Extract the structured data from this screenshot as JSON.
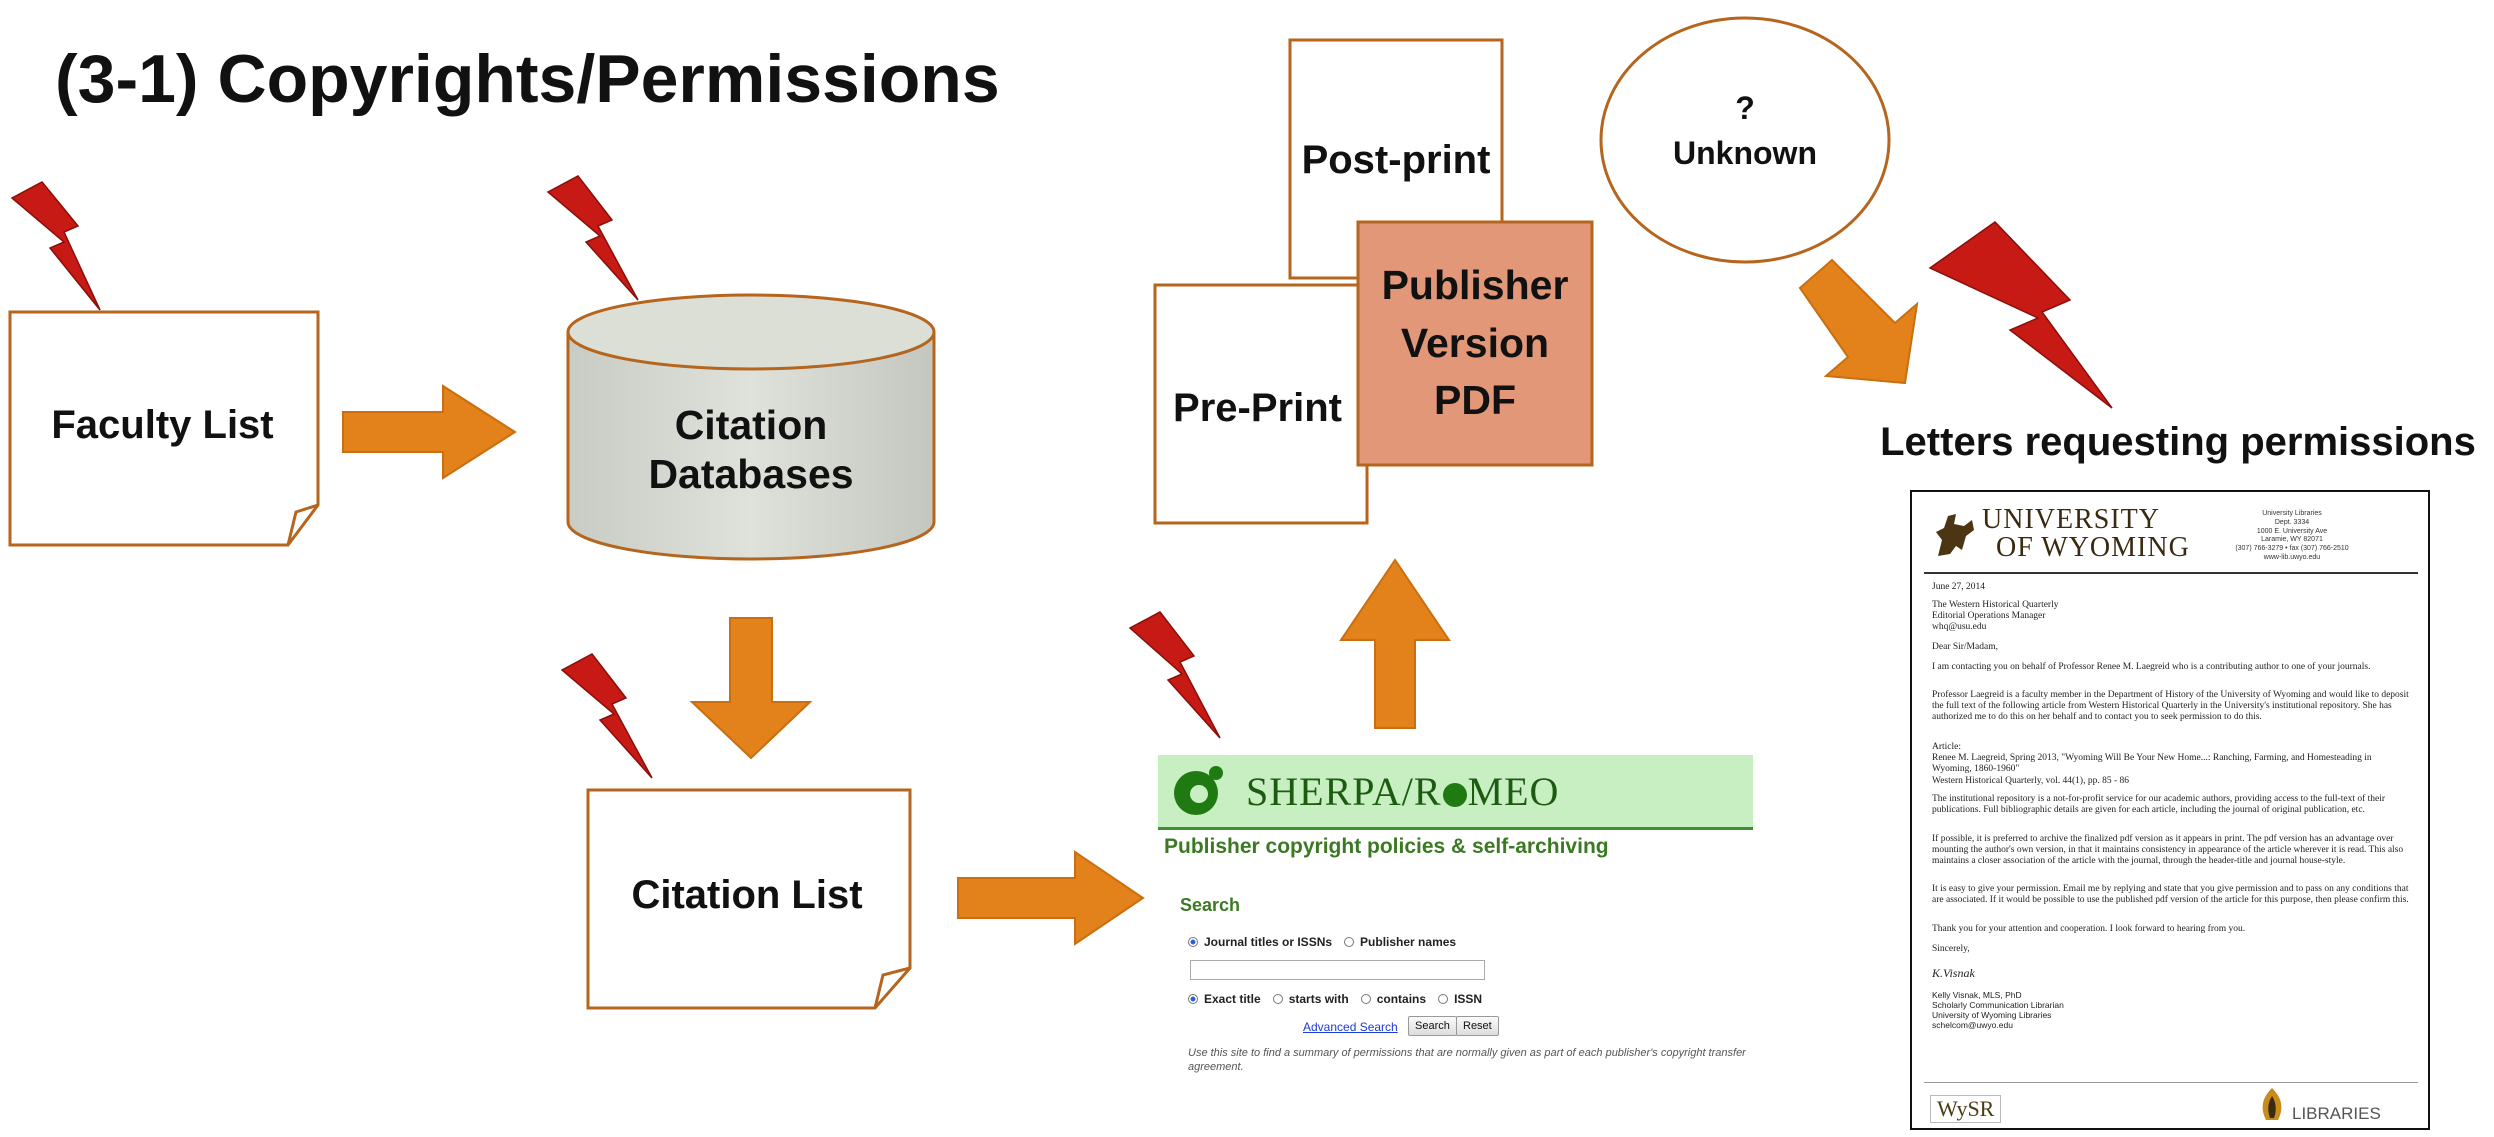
{
  "title": "(3-1) Copyrights/Permissions",
  "nodes": {
    "faculty_list": "Faculty List",
    "citation_databases": "Citation\nDatabases",
    "citation_list": "Citation List",
    "post_print": "Post-print",
    "pre_print": "Pre-Print",
    "publisher_version": "Publisher\nVersion\nPDF",
    "unknown_mark": "?",
    "unknown": "Unknown",
    "letters_heading": "Letters requesting permissions"
  },
  "colors": {
    "arrow": "#e3811a",
    "lightning": "#c81a14",
    "database": "#d4d8d0",
    "publisher_box": "#e29878",
    "outline": "#b5651d"
  },
  "icons": [
    "lightning-bolt-icon",
    "arrow-right-icon",
    "arrow-down-icon",
    "arrow-up-icon"
  ],
  "sherpa": {
    "name": "SHERPA/R",
    "name_end": "MEO",
    "tagline": "Publisher copyright policies & self-archiving",
    "search_heading": "Search",
    "radio_journal": "Journal titles or ISSNs",
    "radio_publisher": "Publisher names",
    "radio_exact": "Exact title",
    "radio_starts": "starts with",
    "radio_contains": "contains",
    "radio_issn": "ISSN",
    "advanced_search": "Advanced Search",
    "search_button": "Search",
    "reset_button": "Reset",
    "note": "Use this site to find a summary of permissions that are normally given as part of each publisher's copyright transfer agreement."
  },
  "letter": {
    "uni_line1": "UNIVERSITY",
    "uni_line2": "OF WYOMING",
    "address": "University Libraries\nDept. 3334\n1000 E. University Ave\nLaramie, WY 82071\n(307) 766-3279 • fax (307) 766-2510\nwww-lib.uwyo.edu",
    "date": "June 27, 2014",
    "recipient": "The Western Historical Quarterly\nEditorial Operations Manager\nwhq@usu.edu",
    "salutation": "Dear Sir/Madam,",
    "para1": "I am contacting you on behalf of Professor Renee M. Laegreid who is a contributing author to one of your journals.",
    "para2": "Professor Laegreid is a faculty member in the Department of History of the University of Wyoming and would like to deposit the full text of the following article from Western Historical Quarterly in the University's institutional repository. She has authorized me to do this on her behalf and to contact you to seek permission to do this.",
    "article": "Article:\nRenee M. Laegreid, Spring 2013, \"Wyoming Will Be Your New Home...: Ranching, Farming, and Homesteading in Wyoming, 1860-1960\"\nWestern Historical Quarterly, vol. 44(1), pp. 85 - 86",
    "para3": "The institutional repository is a not-for-profit service for our academic authors, providing access to the full-text of their publications. Full bibliographic details are given for each article, including the journal of original publication, etc.",
    "para4": "If possible, it is preferred to archive the finalized pdf version as it appears in print. The pdf version has an advantage over mounting the author's own version, in that it maintains consistency in appearance of the article wherever it is read. This also maintains a closer association of the article with the journal, through the header-title and journal house-style.",
    "para5": "It is easy to give your permission. Email me by replying and state that you give permission and to pass on any conditions that are associated. If it would be possible to use the published pdf version of the article for this purpose, then please confirm this.",
    "para6": "Thank you for your attention and cooperation. I look forward to hearing from you.",
    "closing": "Sincerely,",
    "signature": "K.Visnak",
    "signer": "Kelly Visnak, MLS, PhD\nScholarly Communication Librarian\nUniversity of Wyoming Libraries\nschelcom@uwyo.edu",
    "footer_left": "WySR",
    "footer_right": "LIBRARIES"
  }
}
